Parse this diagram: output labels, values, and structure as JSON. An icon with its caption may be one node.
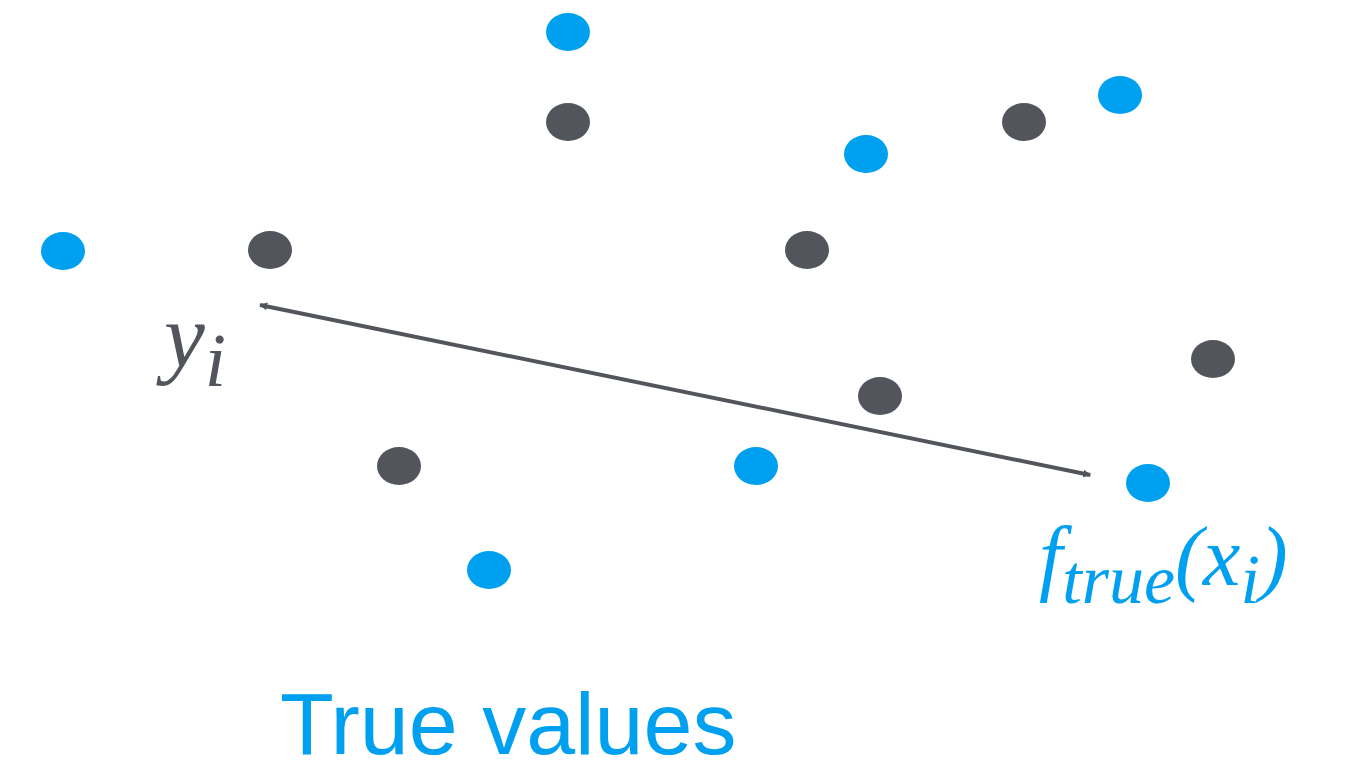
{
  "diagram": {
    "caption": "True values",
    "nodes": [
      {
        "text": [
          "y$_{i}$"
        ]
      },
      {
        "text": [
          "f$_{true}$(x$_{i}$)"
        ]
      }
    ],
    "edges": [
      {
        "from": 0,
        "to": 1,
        "arrow": "both"
      }
    ]
  }
}
